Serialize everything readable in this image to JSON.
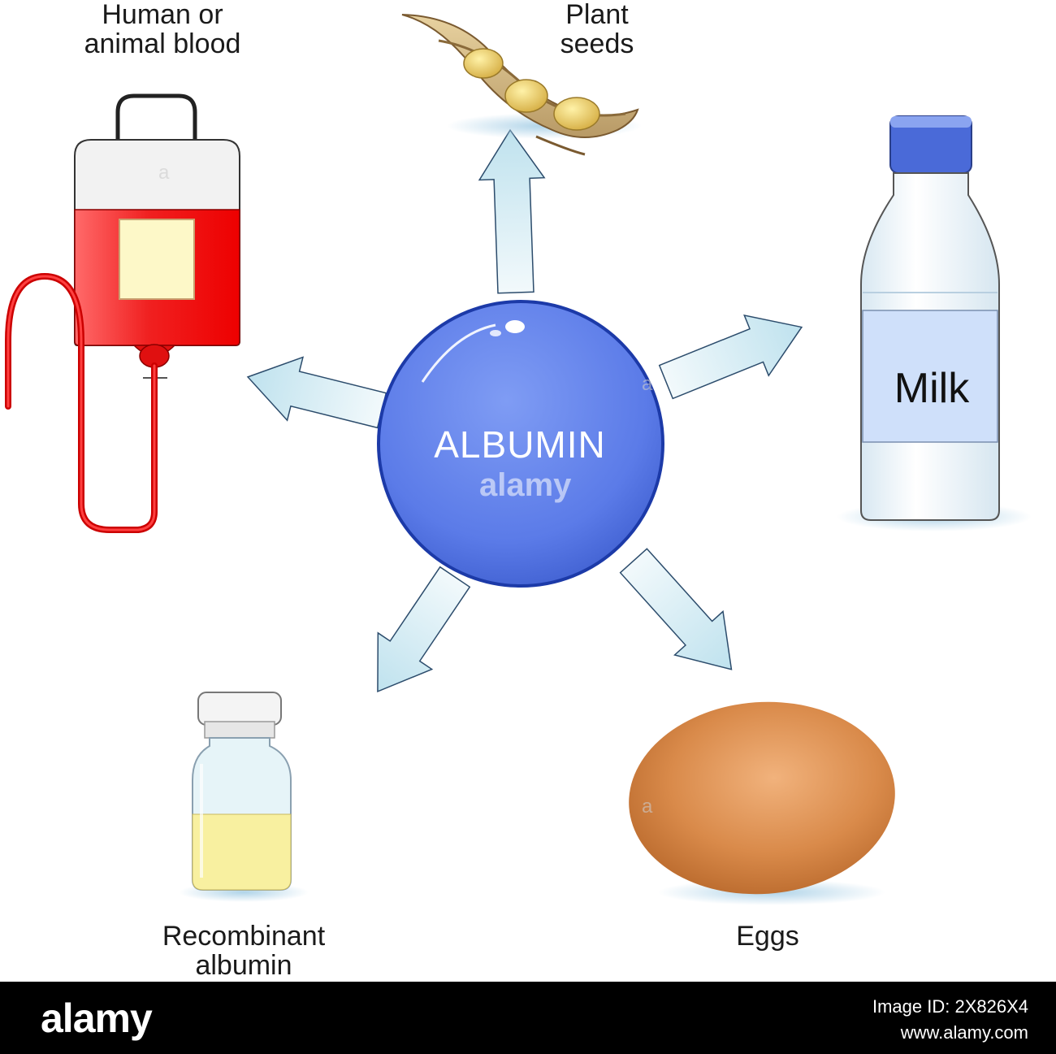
{
  "center": {
    "title": "ALBUMIN",
    "color": "#5b7be8"
  },
  "sources": {
    "blood": {
      "line1": "Human or",
      "line2": "animal blood"
    },
    "seeds": {
      "line1": "Plant",
      "line2": "seeds"
    },
    "milk": {
      "label": "Milk"
    },
    "recombinant": {
      "line1": "Recombinant",
      "line2": "albumin"
    },
    "eggs": {
      "label": "Eggs"
    }
  },
  "watermark": {
    "text": "alamy"
  },
  "footer": {
    "logo": "alamy",
    "image_id": "Image ID: 2X826X4",
    "site": "www.alamy.com"
  },
  "colors": {
    "arrow_fill": "#bfe2ee",
    "arrow_stroke": "#2c4c6c",
    "blood_red": "#e01010",
    "egg": "#d98a4a",
    "vial_liquid": "#f8f0a0"
  }
}
